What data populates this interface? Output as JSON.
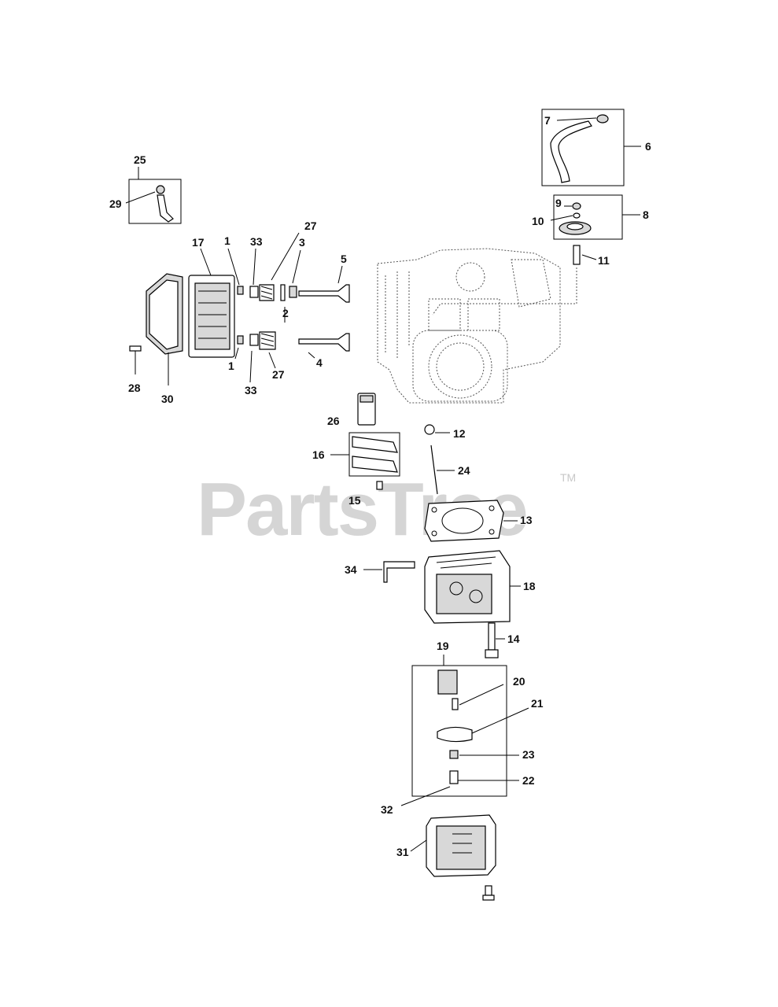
{
  "watermark": {
    "text": "PartsTree",
    "trademark": "TM"
  },
  "callouts": {
    "c1a": "1",
    "c1b": "1",
    "c2": "2",
    "c3": "3",
    "c4": "4",
    "c5": "5",
    "c6": "6",
    "c7": "7",
    "c8": "8",
    "c9": "9",
    "c10": "10",
    "c11": "11",
    "c12": "12",
    "c13": "13",
    "c14": "14",
    "c15": "15",
    "c16": "16",
    "c17": "17",
    "c18": "18",
    "c19": "19",
    "c20": "20",
    "c21": "21",
    "c22": "22",
    "c23": "23",
    "c24": "24",
    "c25": "25",
    "c26": "26",
    "c27a": "27",
    "c27b": "27",
    "c28": "28",
    "c29": "29",
    "c30": "30",
    "c31": "31",
    "c32": "32",
    "c33a": "33",
    "c33b": "33",
    "c34": "34"
  }
}
